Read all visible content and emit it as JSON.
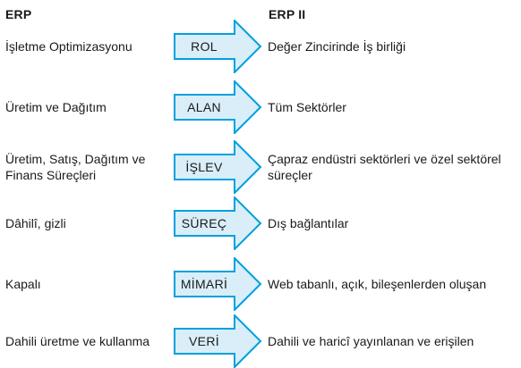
{
  "headers": {
    "left": "ERP",
    "right": "ERP II"
  },
  "colors": {
    "arrow_fill": "#d9eef8",
    "arrow_stroke": "#00a0df",
    "text": "#1a1a1a"
  },
  "rows": [
    {
      "left": "İşletme Optimizasyonu",
      "label": "ROL",
      "right": "Değer Zincirinde İş birliği"
    },
    {
      "left": "Üretim ve Dağıtım",
      "label": "ALAN",
      "right": "Tüm Sektörler"
    },
    {
      "left": "Üretim, Satış, Dağıtım ve Finans Süreçleri",
      "label": "İŞLEV",
      "right": "Çapraz endüstri sektörleri ve özel sektörel süreçler"
    },
    {
      "left": "Dâhilî, gizli",
      "label": "SÜREÇ",
      "right": "Dış bağlantılar"
    },
    {
      "left": "Kapalı",
      "label": "MİMARİ",
      "right": "Web tabanlı, açık, bileşenlerden oluşan"
    },
    {
      "left": "Dahili üretme ve kullanma",
      "label": "VERİ",
      "right": "Dahili ve haricî yayınlanan ve erişilen"
    }
  ]
}
